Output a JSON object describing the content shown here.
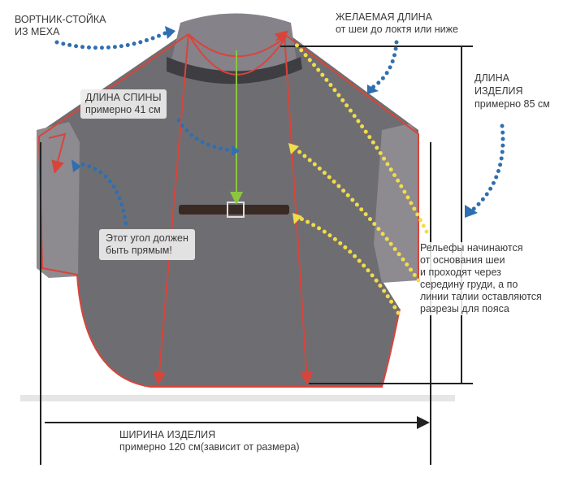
{
  "labels": {
    "collar": [
      "ВОРТНИК-СТОЙКА",
      "ИЗ МЕХА"
    ],
    "desired_length": [
      "ЖЕЛАЕМАЯ ДЛИНА",
      "от шеи до локтя или ниже"
    ],
    "item_length": [
      "ДЛИНА",
      "ИЗДЕЛИЯ",
      "примерно 85 см"
    ],
    "back_length": [
      "ДЛИНА СПИНЫ",
      "примерно 41 см"
    ],
    "right_angle": [
      "Этот угол должен",
      "быть прямым!"
    ],
    "reliefs": [
      "Рельефы начинаются",
      "от основания шеи",
      "и проходят через",
      "середину груди, а по",
      "линии талии оставляются",
      "разрезы для пояса"
    ],
    "item_width": [
      "ШИРИНА ИЗДЕЛИЯ",
      "примерно 120 см(зависит от размера)"
    ]
  },
  "colors": {
    "cloth": "#6e6e72",
    "fur": "#8d8a90",
    "outline": "#d9443a",
    "blue_dots": "#2f6fb0",
    "yellow_dots": "#f2dc4a",
    "green": "#8cc63f",
    "dimension": "#222222"
  }
}
